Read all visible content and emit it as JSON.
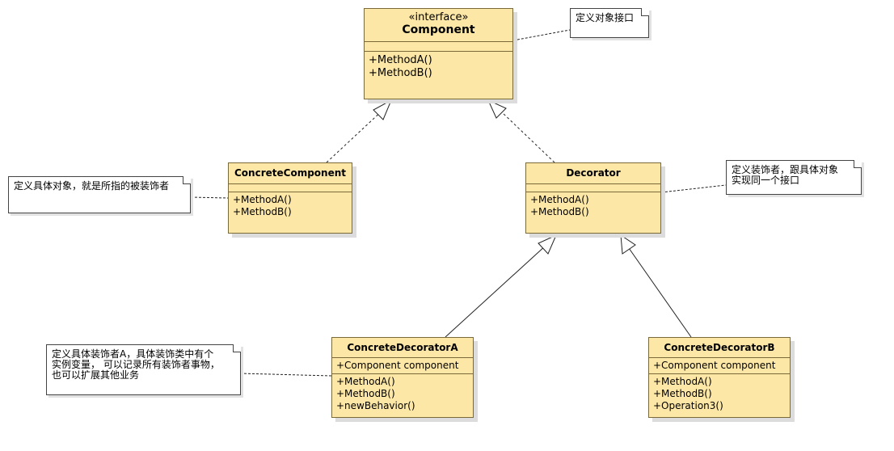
{
  "classes": {
    "component": {
      "stereotype": "«interface»",
      "name": "Component",
      "attributes": [],
      "methods": [
        "+MethodA()",
        "+MethodB()"
      ]
    },
    "concrete_component": {
      "name": "ConcreteComponent",
      "attributes": [],
      "methods": [
        "+MethodA()",
        "+MethodB()"
      ]
    },
    "decorator": {
      "name": "Decorator",
      "attributes": [],
      "methods": [
        "+MethodA()",
        "+MethodB()"
      ]
    },
    "concrete_decorator_a": {
      "name": "ConcreteDecoratorA",
      "attributes": [
        "+Component component"
      ],
      "methods": [
        "+MethodA()",
        "+MethodB()",
        "+newBehavior()"
      ]
    },
    "concrete_decorator_b": {
      "name": "ConcreteDecoratorB",
      "attributes": [
        "+Component component"
      ],
      "methods": [
        "+MethodA()",
        "+MethodB()",
        "+Operation3()"
      ]
    }
  },
  "notes": {
    "component": [
      "定义对象接口"
    ],
    "concrete_component": [
      "定义具体对象，就是所指的被装饰者"
    ],
    "decorator": [
      "定义装饰者，跟具体对象",
      "实现同一个接口"
    ],
    "concrete_decorator_a": [
      "定义具体装饰者A，具体装饰类中有个",
      "实例变量， 可以记录所有装饰者事物，",
      "也可以扩展其他业务"
    ]
  },
  "colors": {
    "class_fill": "#fde7a6",
    "class_border": "#7a6a3a",
    "note_fill": "#ffffff",
    "line": "#222222"
  }
}
